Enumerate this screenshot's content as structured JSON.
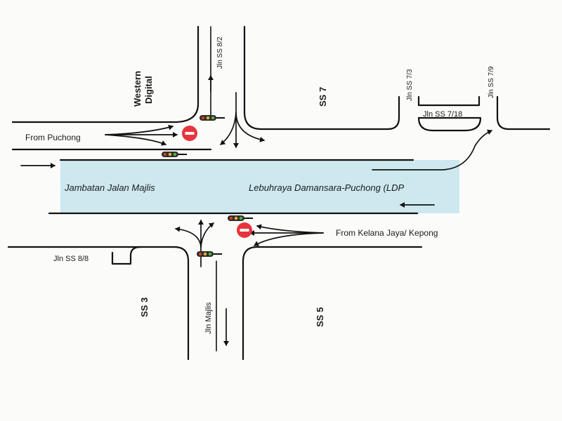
{
  "labels": {
    "western_digital_line1": "Western",
    "western_digital_line2": "Digital",
    "jln_ss8_2": "Jln SS 8/2",
    "ss7": "SS 7",
    "jln_ss7_3": "Jln SS 7/3",
    "jln_ss7_9": "Jln SS 7/9",
    "jln_ss7_18": "Jln SS 7/18",
    "from_puchong": "From Puchong",
    "jambatan": "Jambatan Jalan Majlis",
    "ldp": "Lebuhraya Damansara-Puchong (LDP",
    "from_kelana": "From Kelana Jaya/ Kepong",
    "jln_ss8_8": "Jln SS 8/8",
    "ss3": "SS 3",
    "jln_majlis": "Jln Majlis",
    "ss5": "SS 5"
  },
  "colors": {
    "highway_fill": "#cde8ef",
    "no_entry": "#e8343c",
    "road": "#111111",
    "traffic_light": "#2b2b2b"
  },
  "icons": {
    "no_entry": "no-entry-sign-icon",
    "traffic_light": "traffic-light-icon",
    "arrow": "direction-arrow-icon"
  }
}
